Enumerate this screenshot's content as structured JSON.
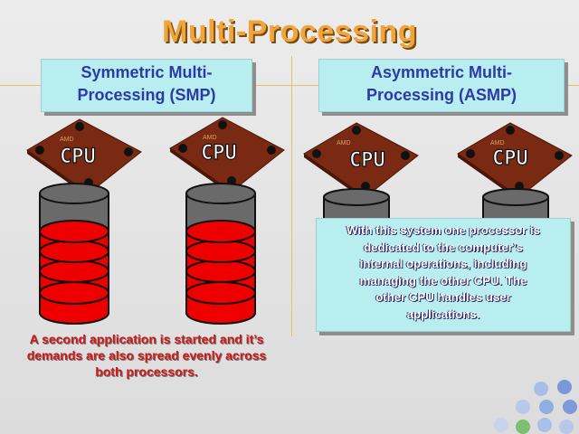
{
  "title": "Multi-Processing",
  "left_header": {
    "line1": "Symmetric  Multi-",
    "line2": "Processing (SMP)"
  },
  "right_header": {
    "line1": "Asymmetric Multi-",
    "line2": "Processing (ASMP)"
  },
  "chip_label": "CPU",
  "chip_brand": "AMD",
  "left_note": {
    "line1": "A second application is started and it’s",
    "line2": "demands are also spread evenly across",
    "line3": "both processors."
  },
  "right_note": {
    "line1": "With this system one processor is",
    "line2": "dedicated to the computer’s",
    "line3": "internal operations, including",
    "line4": "managing  the other CPU. The",
    "line5": "other CPU handles user",
    "line6": "applications."
  },
  "colors": {
    "title": "#f0a43a",
    "header_bg": "#b8eef0",
    "header_text": "#2c39a8",
    "chip": "#7a2a12",
    "db_red": "#ee0000",
    "db_gray": "#6a6a6a",
    "note_red": "#cc1a1a"
  }
}
